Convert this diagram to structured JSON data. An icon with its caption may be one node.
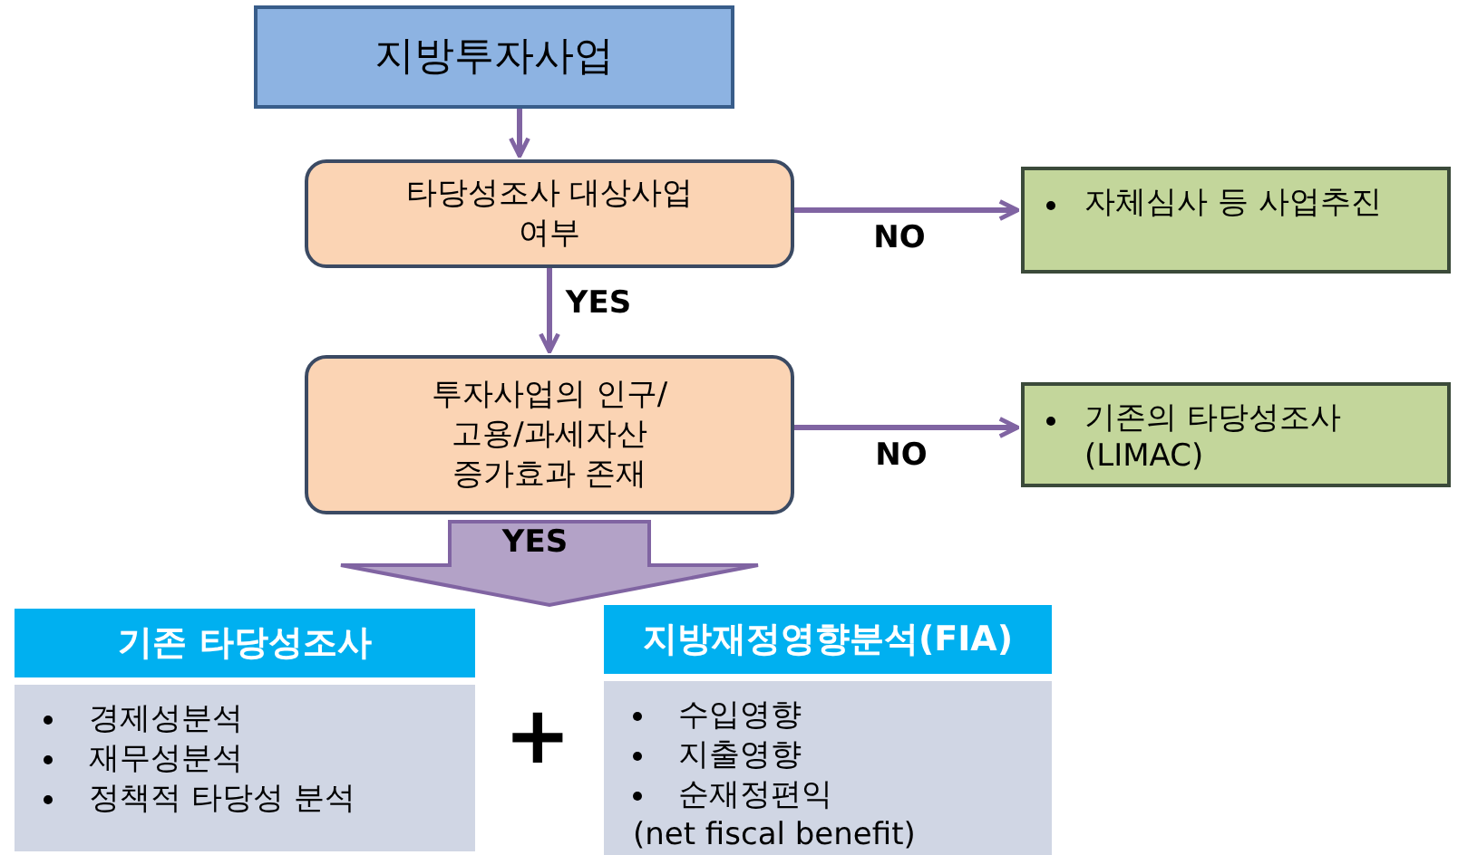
{
  "diagram": {
    "nodes": [
      {
        "text": [
          "지방투자사업"
        ]
      },
      {
        "text": [
          "타당성조사 대상사업 여부"
        ]
      },
      {
        "text": [
          "자체심사 등 사업추진"
        ]
      },
      {
        "text": [
          "투자사업의 인구/고용/과세자산 증가효과 존재"
        ]
      },
      {
        "text": [
          "기존의 타당성조사 (LIMAC)"
        ]
      },
      {
        "text": [
          "기존 타당성조사",
          "경제성분석",
          "재무성분석",
          "정책적 타당성 분석"
        ]
      },
      {
        "text": [
          "지방재정영향분석(FIA)",
          "수입영향",
          "지출영향",
          "순재정편익",
          "(net fiscal benefit)"
        ]
      }
    ],
    "edges": [
      {
        "from": 0,
        "to": 1,
        "arrow": "to"
      },
      {
        "from": 1,
        "to": 2,
        "arrow": "to",
        "label": "NO"
      },
      {
        "from": 1,
        "to": 3,
        "arrow": "to",
        "label": "YES"
      },
      {
        "from": 3,
        "to": 4,
        "arrow": "to",
        "label": "NO"
      },
      {
        "from": 3,
        "to": null,
        "arrow": "to",
        "label": "YES",
        "style": "thick"
      }
    ],
    "labels": [
      "+"
    ]
  }
}
